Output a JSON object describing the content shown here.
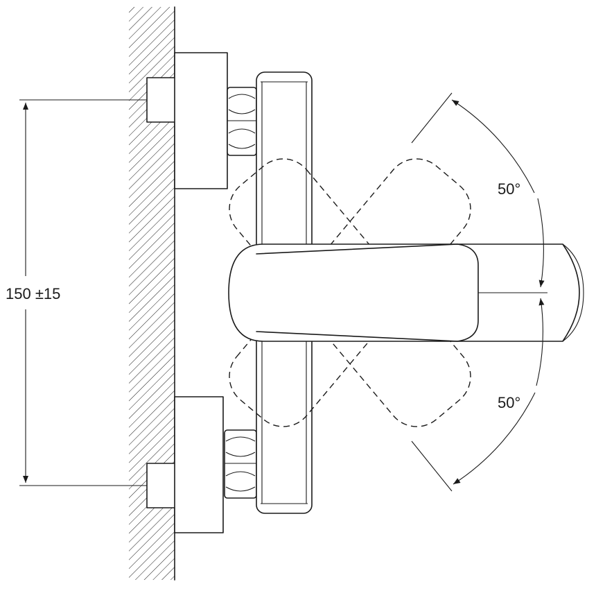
{
  "dimensions": {
    "spacing_label": "150 ±15",
    "angle_upper_label": "50°",
    "angle_lower_label": "50°"
  },
  "colors": {
    "stroke": "#1a1a1a",
    "background": "#ffffff"
  }
}
